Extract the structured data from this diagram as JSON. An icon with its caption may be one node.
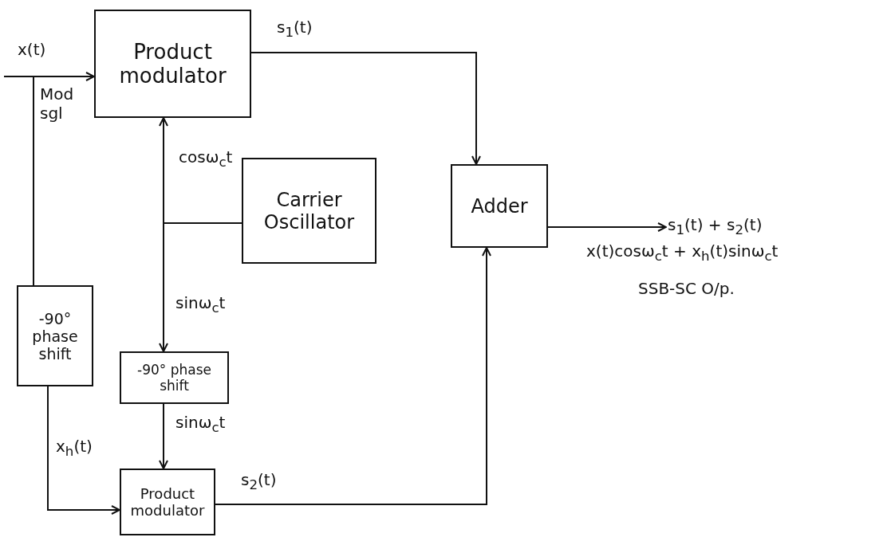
{
  "diagram": {
    "nodes": [
      {
        "text": [
          "Product modulator"
        ]
      },
      {
        "text": [
          "Carrier Oscillator"
        ]
      },
      {
        "text": [
          "Adder"
        ]
      },
      {
        "text": [
          "-90° phase shift"
        ]
      },
      {
        "text": [
          "-90° phase shift"
        ]
      },
      {
        "text": [
          "Product modulator"
        ]
      },
      {
        "text": [
          "s$_{1}$(t) + s$_{2}$(t)"
        ]
      }
    ],
    "edges": [
      {
        "from": null,
        "to": 0,
        "arrow": "to",
        "label": "x(t)"
      },
      {
        "from": null,
        "to": 3,
        "arrow": "none"
      },
      {
        "from": 3,
        "to": 5,
        "arrow": "to",
        "label": "x$_{h}$(t)"
      },
      {
        "from": 1,
        "to": 0,
        "arrow": "to",
        "label": "cosω$_{c}$t"
      },
      {
        "from": 1,
        "to": 4,
        "arrow": "to",
        "label": "sinω$_{c}$t"
      },
      {
        "from": 4,
        "to": 5,
        "arrow": "to",
        "label": "sinω$_{c}$t"
      },
      {
        "from": 0,
        "to": 2,
        "arrow": "to",
        "label": "s$_{1}$(t)"
      },
      {
        "from": 5,
        "to": 2,
        "arrow": "to",
        "label": "s$_{2}$(t)"
      },
      {
        "from": 2,
        "to": 6,
        "arrow": "to"
      }
    ],
    "labels": [
      "Mod sgl",
      "x(t)cosω$_{c}$t + x$_{h}$(t)sinω$_{c}$t",
      "SSB-SC O/p."
    ]
  }
}
